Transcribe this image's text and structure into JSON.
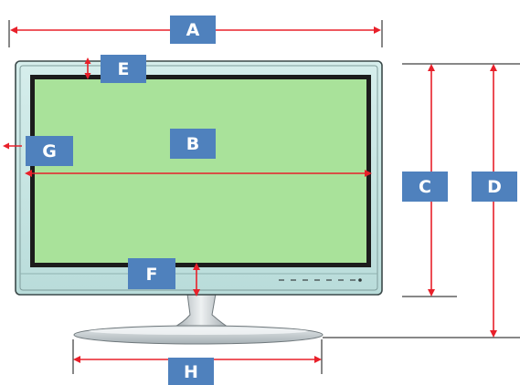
{
  "diagram": {
    "colors": {
      "label_box": "#4f81bd",
      "label_text": "#ffffff",
      "dimension_arrow": "#e8202a",
      "screen": "#a9e29a",
      "bezel": "#c6e6e4",
      "stand": "#c9cfd2"
    },
    "labels": {
      "A": "A",
      "B": "B",
      "C": "C",
      "D": "D",
      "E": "E",
      "F": "F",
      "G": "G",
      "H": "H"
    }
  }
}
